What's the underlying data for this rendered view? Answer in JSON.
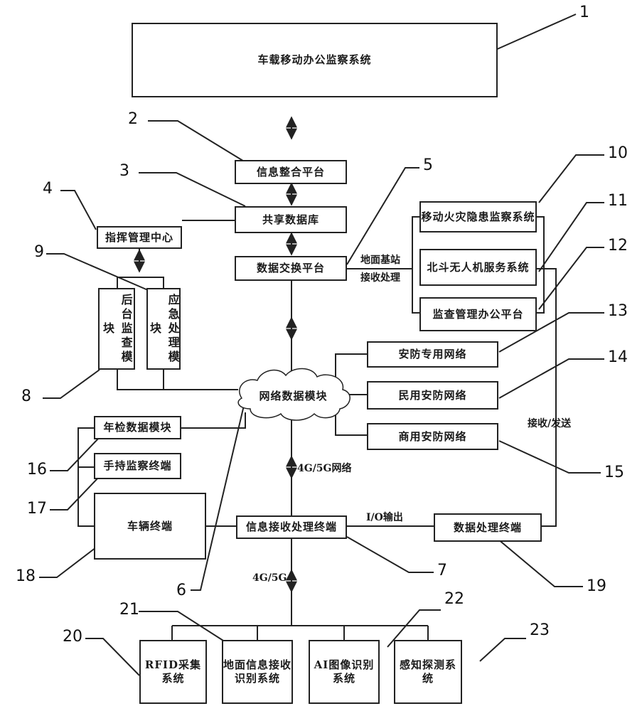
{
  "boxes": {
    "b1": "车载移动办公监察系统",
    "b2": "信息整合平台",
    "b3": "共享数据库",
    "b4": "指挥管理中心",
    "b5": "数据交换平台",
    "b8": "后台监查模块",
    "b9": "应急处理模块",
    "b10": "移动火灾隐患监察系统",
    "b11": "北斗无人机服务系统",
    "b12": "监查管理办公平台",
    "b13": "安防专用网络",
    "b6": "网络数据模块",
    "b14": "民用安防网络",
    "b15": "商用安防网络",
    "b16": "年检数据模块",
    "b17": "手持监察终端",
    "b18": "车辆终端",
    "b7": "信息接收处理终端",
    "b19": "数据处理终端",
    "b20": "RFID采集系统",
    "b21": "地面信息接收识别系统",
    "b22": "AI图像识别系统",
    "b23": "感知探测系统"
  },
  "labels": {
    "ground_station": "地面基站",
    "receive_process": "接收处理",
    "receive_send": "接收/发送",
    "net_4g5g": "4G/5G网络",
    "io_output": "I/O输出",
    "g45": "4G/5G"
  },
  "numbers": [
    "1",
    "2",
    "3",
    "4",
    "5",
    "6",
    "7",
    "8",
    "9",
    "10",
    "11",
    "12",
    "13",
    "14",
    "15",
    "16",
    "17",
    "18",
    "19",
    "20",
    "21",
    "22",
    "23"
  ]
}
